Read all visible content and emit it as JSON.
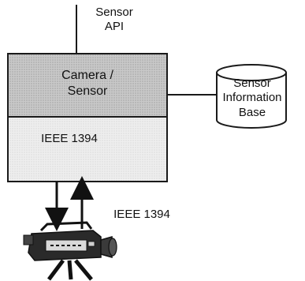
{
  "diagram": {
    "api_label_line1": "Sensor",
    "api_label_line2": "API",
    "upper_block_line1": "Camera /",
    "upper_block_line2": "Sensor",
    "lower_block_label": "IEEE 1394",
    "database_line1": "Sensor",
    "database_line2": "Information",
    "database_line3": "Base",
    "link_label": "IEEE 1394"
  },
  "colors": {
    "upper_fill": "#c9c9c9",
    "lower_fill": "#ececec",
    "stroke": "#1a1a1a",
    "camera_body": "#2a2a2a"
  }
}
